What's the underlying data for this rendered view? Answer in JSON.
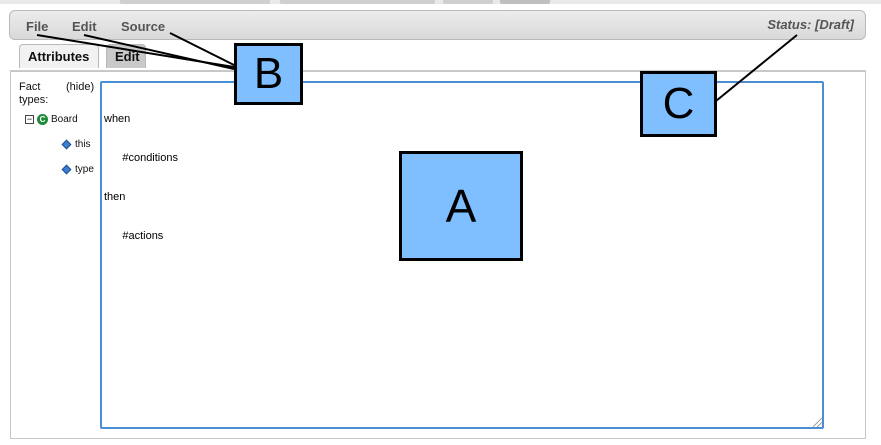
{
  "menu": {
    "file": "File",
    "edit": "Edit",
    "source": "Source"
  },
  "status": "Status: [Draft]",
  "tabs": {
    "attributes": "Attributes",
    "edit": "Edit"
  },
  "sidebar": {
    "title_line1": "Fact",
    "title_line2": "types:",
    "hide": "(hide)",
    "class_name": "Board",
    "class_icon_letter": "C",
    "fields": [
      "this",
      "type"
    ]
  },
  "editor": {
    "lines": [
      "when",
      "      #conditions",
      "then",
      "      #actions"
    ]
  },
  "callouts": {
    "a": "A",
    "b": "B",
    "c": "C"
  },
  "colors": {
    "callout_fill": "#80bfff",
    "editor_border": "#4a8fd6"
  }
}
